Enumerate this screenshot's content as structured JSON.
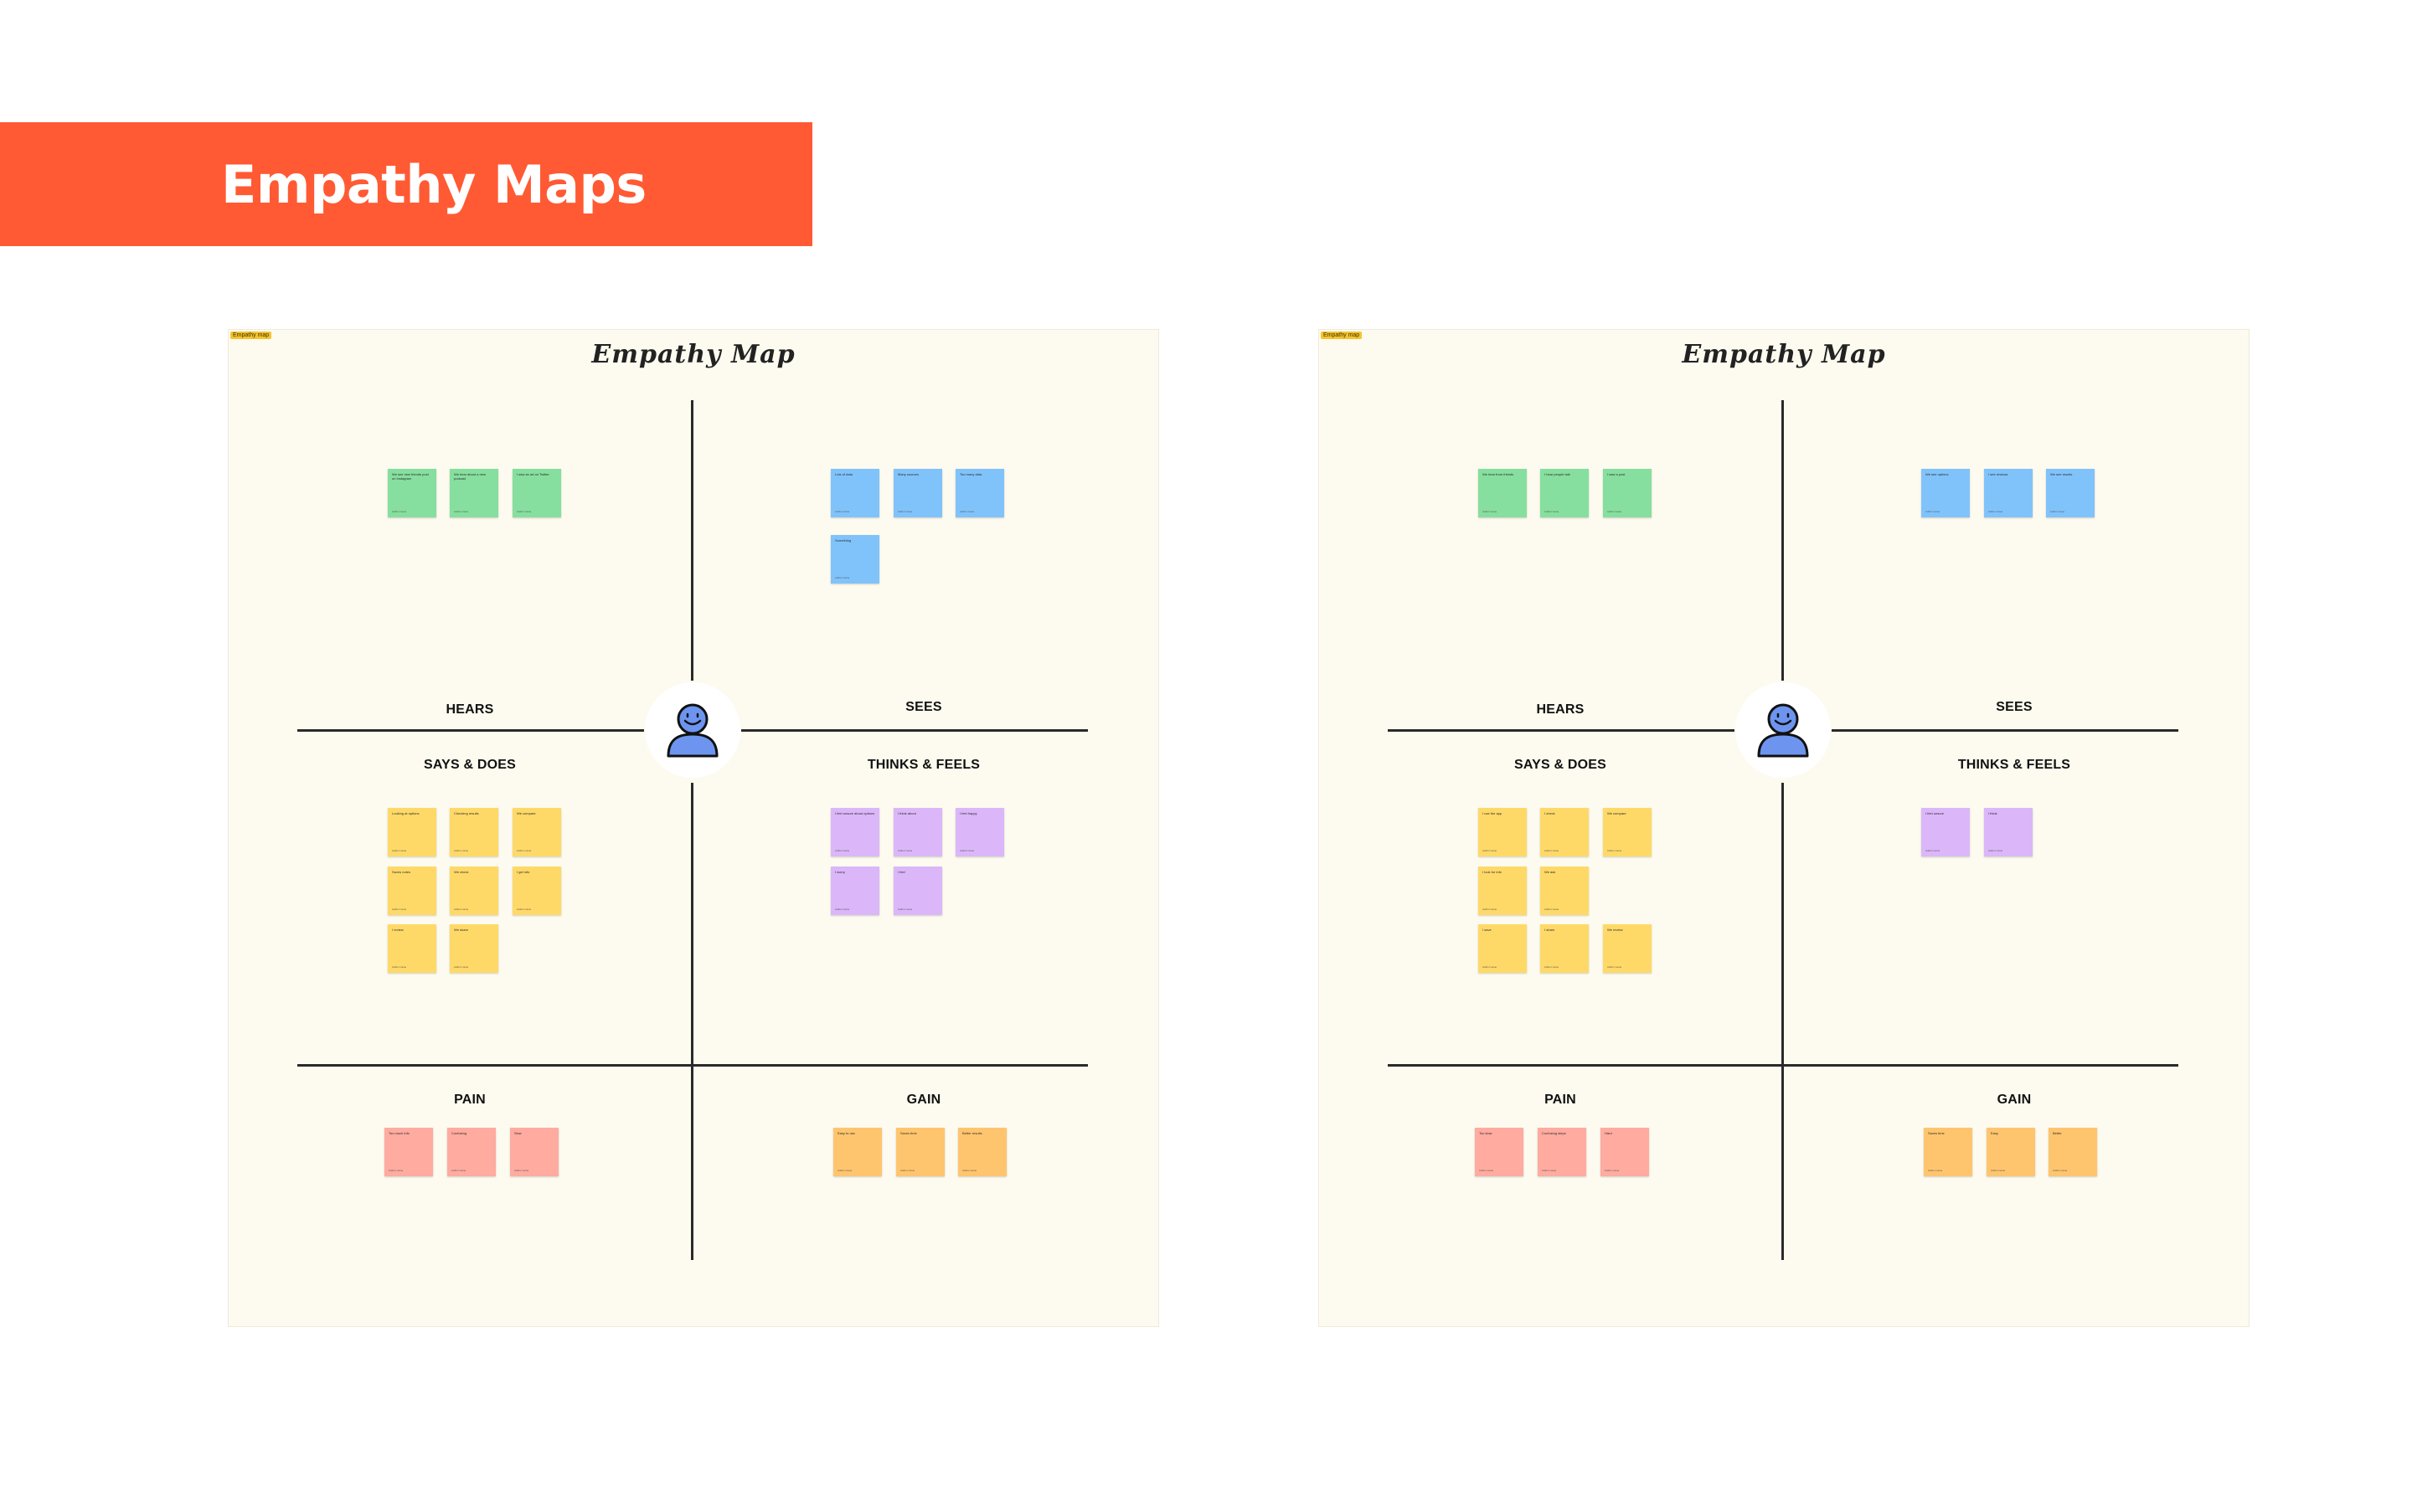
{
  "banner": {
    "title": "Empathy Maps"
  },
  "boards": [
    {
      "frame_tag": "Empathy map",
      "title": "Empathy Map",
      "labels": {
        "hears": "HEARS",
        "sees": "SEES",
        "says_does": "SAYS & DOES",
        "thinks_feels": "THINKS & FEELS",
        "pain": "PAIN",
        "gain": "GAIN"
      },
      "stickies": [
        {
          "c": "green",
          "t": "We see new friends post on Instagram",
          "a": "Author name"
        },
        {
          "c": "green",
          "t": "We hear about a new podcast",
          "a": "Author name"
        },
        {
          "c": "green",
          "t": "I saw an ad on Twitter",
          "a": "Author name"
        },
        {
          "c": "blue",
          "t": "Lots of data",
          "a": "Author name"
        },
        {
          "c": "blue",
          "t": "Many sources",
          "a": "Author name"
        },
        {
          "c": "blue",
          "t": "Too many data",
          "a": "Author name"
        },
        {
          "c": "blue",
          "t": "Something",
          "a": "Author name"
        },
        {
          "c": "yellow",
          "t": "Looking at options",
          "a": "Author name"
        },
        {
          "c": "yellow",
          "t": "Checking results",
          "a": "Author name"
        },
        {
          "c": "yellow",
          "t": "We compare",
          "a": "Author name"
        },
        {
          "c": "yellow",
          "t": "Saves notes",
          "a": "Author name"
        },
        {
          "c": "yellow",
          "t": "We check",
          "a": "Author name"
        },
        {
          "c": "yellow",
          "t": "I get info",
          "a": "Author name"
        },
        {
          "c": "yellow",
          "t": "I review",
          "a": "Author name"
        },
        {
          "c": "yellow",
          "t": "We share",
          "a": "Author name"
        },
        {
          "c": "purple",
          "t": "I feel unsure about options",
          "a": "Author name"
        },
        {
          "c": "purple",
          "t": "I think about",
          "a": "Author name"
        },
        {
          "c": "purple",
          "t": "I feel happy",
          "a": "Author name"
        },
        {
          "c": "purple",
          "t": "I worry",
          "a": "Author name"
        },
        {
          "c": "purple",
          "t": "I feel",
          "a": "Author name"
        },
        {
          "c": "pink",
          "t": "Too much info",
          "a": "Author name"
        },
        {
          "c": "pink",
          "t": "Confusing",
          "a": "Author name"
        },
        {
          "c": "pink",
          "t": "Slow",
          "a": "Author name"
        },
        {
          "c": "orange",
          "t": "Easy to use",
          "a": "Author name"
        },
        {
          "c": "orange",
          "t": "Saves time",
          "a": "Author name"
        },
        {
          "c": "orange",
          "t": "Better results",
          "a": "Author name"
        }
      ]
    },
    {
      "frame_tag": "Empathy map",
      "title": "Empathy Map",
      "labels": {
        "hears": "HEARS",
        "sees": "SEES",
        "says_does": "SAYS & DOES",
        "thinks_feels": "THINKS & FEELS",
        "pain": "PAIN",
        "gain": "GAIN"
      },
      "stickies": [
        {
          "c": "green",
          "t": "We hear from friends",
          "a": "Author name"
        },
        {
          "c": "green",
          "t": "I hear people talk",
          "a": "Author name"
        },
        {
          "c": "green",
          "t": "I saw a post",
          "a": "Author name"
        },
        {
          "c": "blue",
          "t": "We see options",
          "a": "Author name"
        },
        {
          "c": "blue",
          "t": "I see reviews",
          "a": "Author name"
        },
        {
          "c": "blue",
          "t": "We see results",
          "a": "Author name"
        },
        {
          "c": "yellow",
          "t": "I use the app",
          "a": "Author name"
        },
        {
          "c": "yellow",
          "t": "I check",
          "a": "Author name"
        },
        {
          "c": "yellow",
          "t": "We compare",
          "a": "Author name"
        },
        {
          "c": "yellow",
          "t": "I look for info",
          "a": "Author name"
        },
        {
          "c": "yellow",
          "t": "We ask",
          "a": "Author name"
        },
        {
          "c": "yellow",
          "t": "I save",
          "a": "Author name"
        },
        {
          "c": "yellow",
          "t": "I share",
          "a": "Author name"
        },
        {
          "c": "yellow",
          "t": "We review",
          "a": "Author name"
        },
        {
          "c": "purple",
          "t": "I feel unsure",
          "a": "Author name"
        },
        {
          "c": "purple",
          "t": "I think",
          "a": "Author name"
        },
        {
          "c": "pink",
          "t": "Too slow",
          "a": "Author name"
        },
        {
          "c": "pink",
          "t": "Confusing steps",
          "a": "Author name"
        },
        {
          "c": "pink",
          "t": "Hard",
          "a": "Author name"
        },
        {
          "c": "orange",
          "t": "Saves time",
          "a": "Author name"
        },
        {
          "c": "orange",
          "t": "Easy",
          "a": "Author name"
        },
        {
          "c": "orange",
          "t": "Better",
          "a": "Author name"
        }
      ]
    }
  ]
}
